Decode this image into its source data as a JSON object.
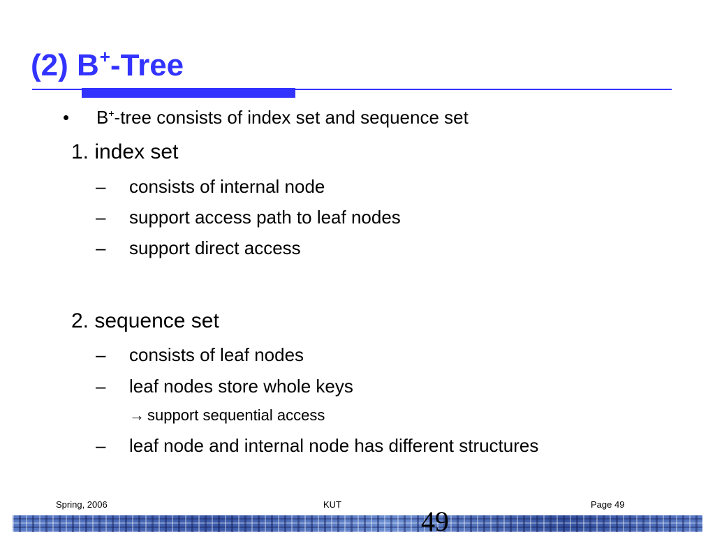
{
  "slide": {
    "title": {
      "prefix": "(2) B",
      "superscript": "+",
      "suffix": "-Tree"
    },
    "bullet_symbol": "•",
    "intro": {
      "b": "B",
      "superscript": "+",
      "rest": "-tree consists of index set and sequence set"
    },
    "sections": [
      {
        "heading": "1. index set",
        "items": [
          "consists of internal node",
          "support access path to leaf nodes",
          "support direct access"
        ]
      },
      {
        "heading": "2. sequence set",
        "items": [
          "consists of leaf nodes",
          "leaf nodes store whole keys",
          "leaf node  and internal node has different structures"
        ],
        "subnote": {
          "arrow": "→",
          "text": "support sequential access"
        }
      }
    ],
    "dash_symbol": "–"
  },
  "footer": {
    "left": "Spring, 2006",
    "center": "KUT",
    "right": "Page 49"
  },
  "page_number": "49",
  "colors": {
    "accent": "#3333ff",
    "band": "#3f61ad"
  }
}
